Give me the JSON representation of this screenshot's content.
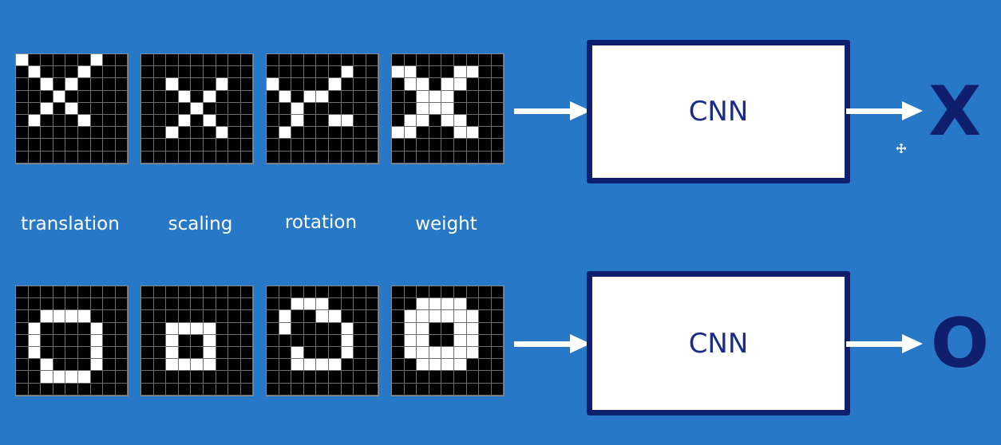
{
  "colors": {
    "background": "#2878c8",
    "box_border": "#0f1f6e",
    "box_text": "#1a2b8a",
    "output_text": "#0f1f6e"
  },
  "labels": [
    "translation",
    "scaling",
    "rotation",
    "weight"
  ],
  "rows": [
    {
      "box_label": "CNN",
      "output": "X",
      "grids": [
        [
          "100000100",
          "010001000",
          "001010000",
          "000100000",
          "001010000",
          "010001000",
          "000000000",
          "000000000",
          "000000000"
        ],
        [
          "000000000",
          "000000000",
          "001000100",
          "000101000",
          "000010000",
          "000101000",
          "001000100",
          "000000000",
          "000000000"
        ],
        [
          "000000000",
          "000000100",
          "100001000",
          "010110000",
          "001000000",
          "001001100",
          "010000000",
          "000000000",
          "000000000"
        ],
        [
          "000000000",
          "110001100",
          "011011000",
          "001110000",
          "001110000",
          "011011000",
          "110001100",
          "000000000",
          "000000000"
        ]
      ]
    },
    {
      "box_label": "CNN",
      "output": "O",
      "grids": [
        [
          "000000000",
          "000000000",
          "001111000",
          "010000100",
          "010000100",
          "010000100",
          "001000100",
          "001111000",
          "000000000"
        ],
        [
          "000000000",
          "000000000",
          "000000000",
          "001111000",
          "001001000",
          "001001000",
          "001111000",
          "000000000",
          "000000000"
        ],
        [
          "000000000",
          "001110000",
          "010011000",
          "010000100",
          "000000100",
          "001000100",
          "001111000",
          "000000000",
          "000000000"
        ],
        [
          "000000000",
          "001111000",
          "011111100",
          "011001100",
          "011001100",
          "011111100",
          "001111000",
          "000000000",
          "000000000"
        ]
      ]
    }
  ]
}
